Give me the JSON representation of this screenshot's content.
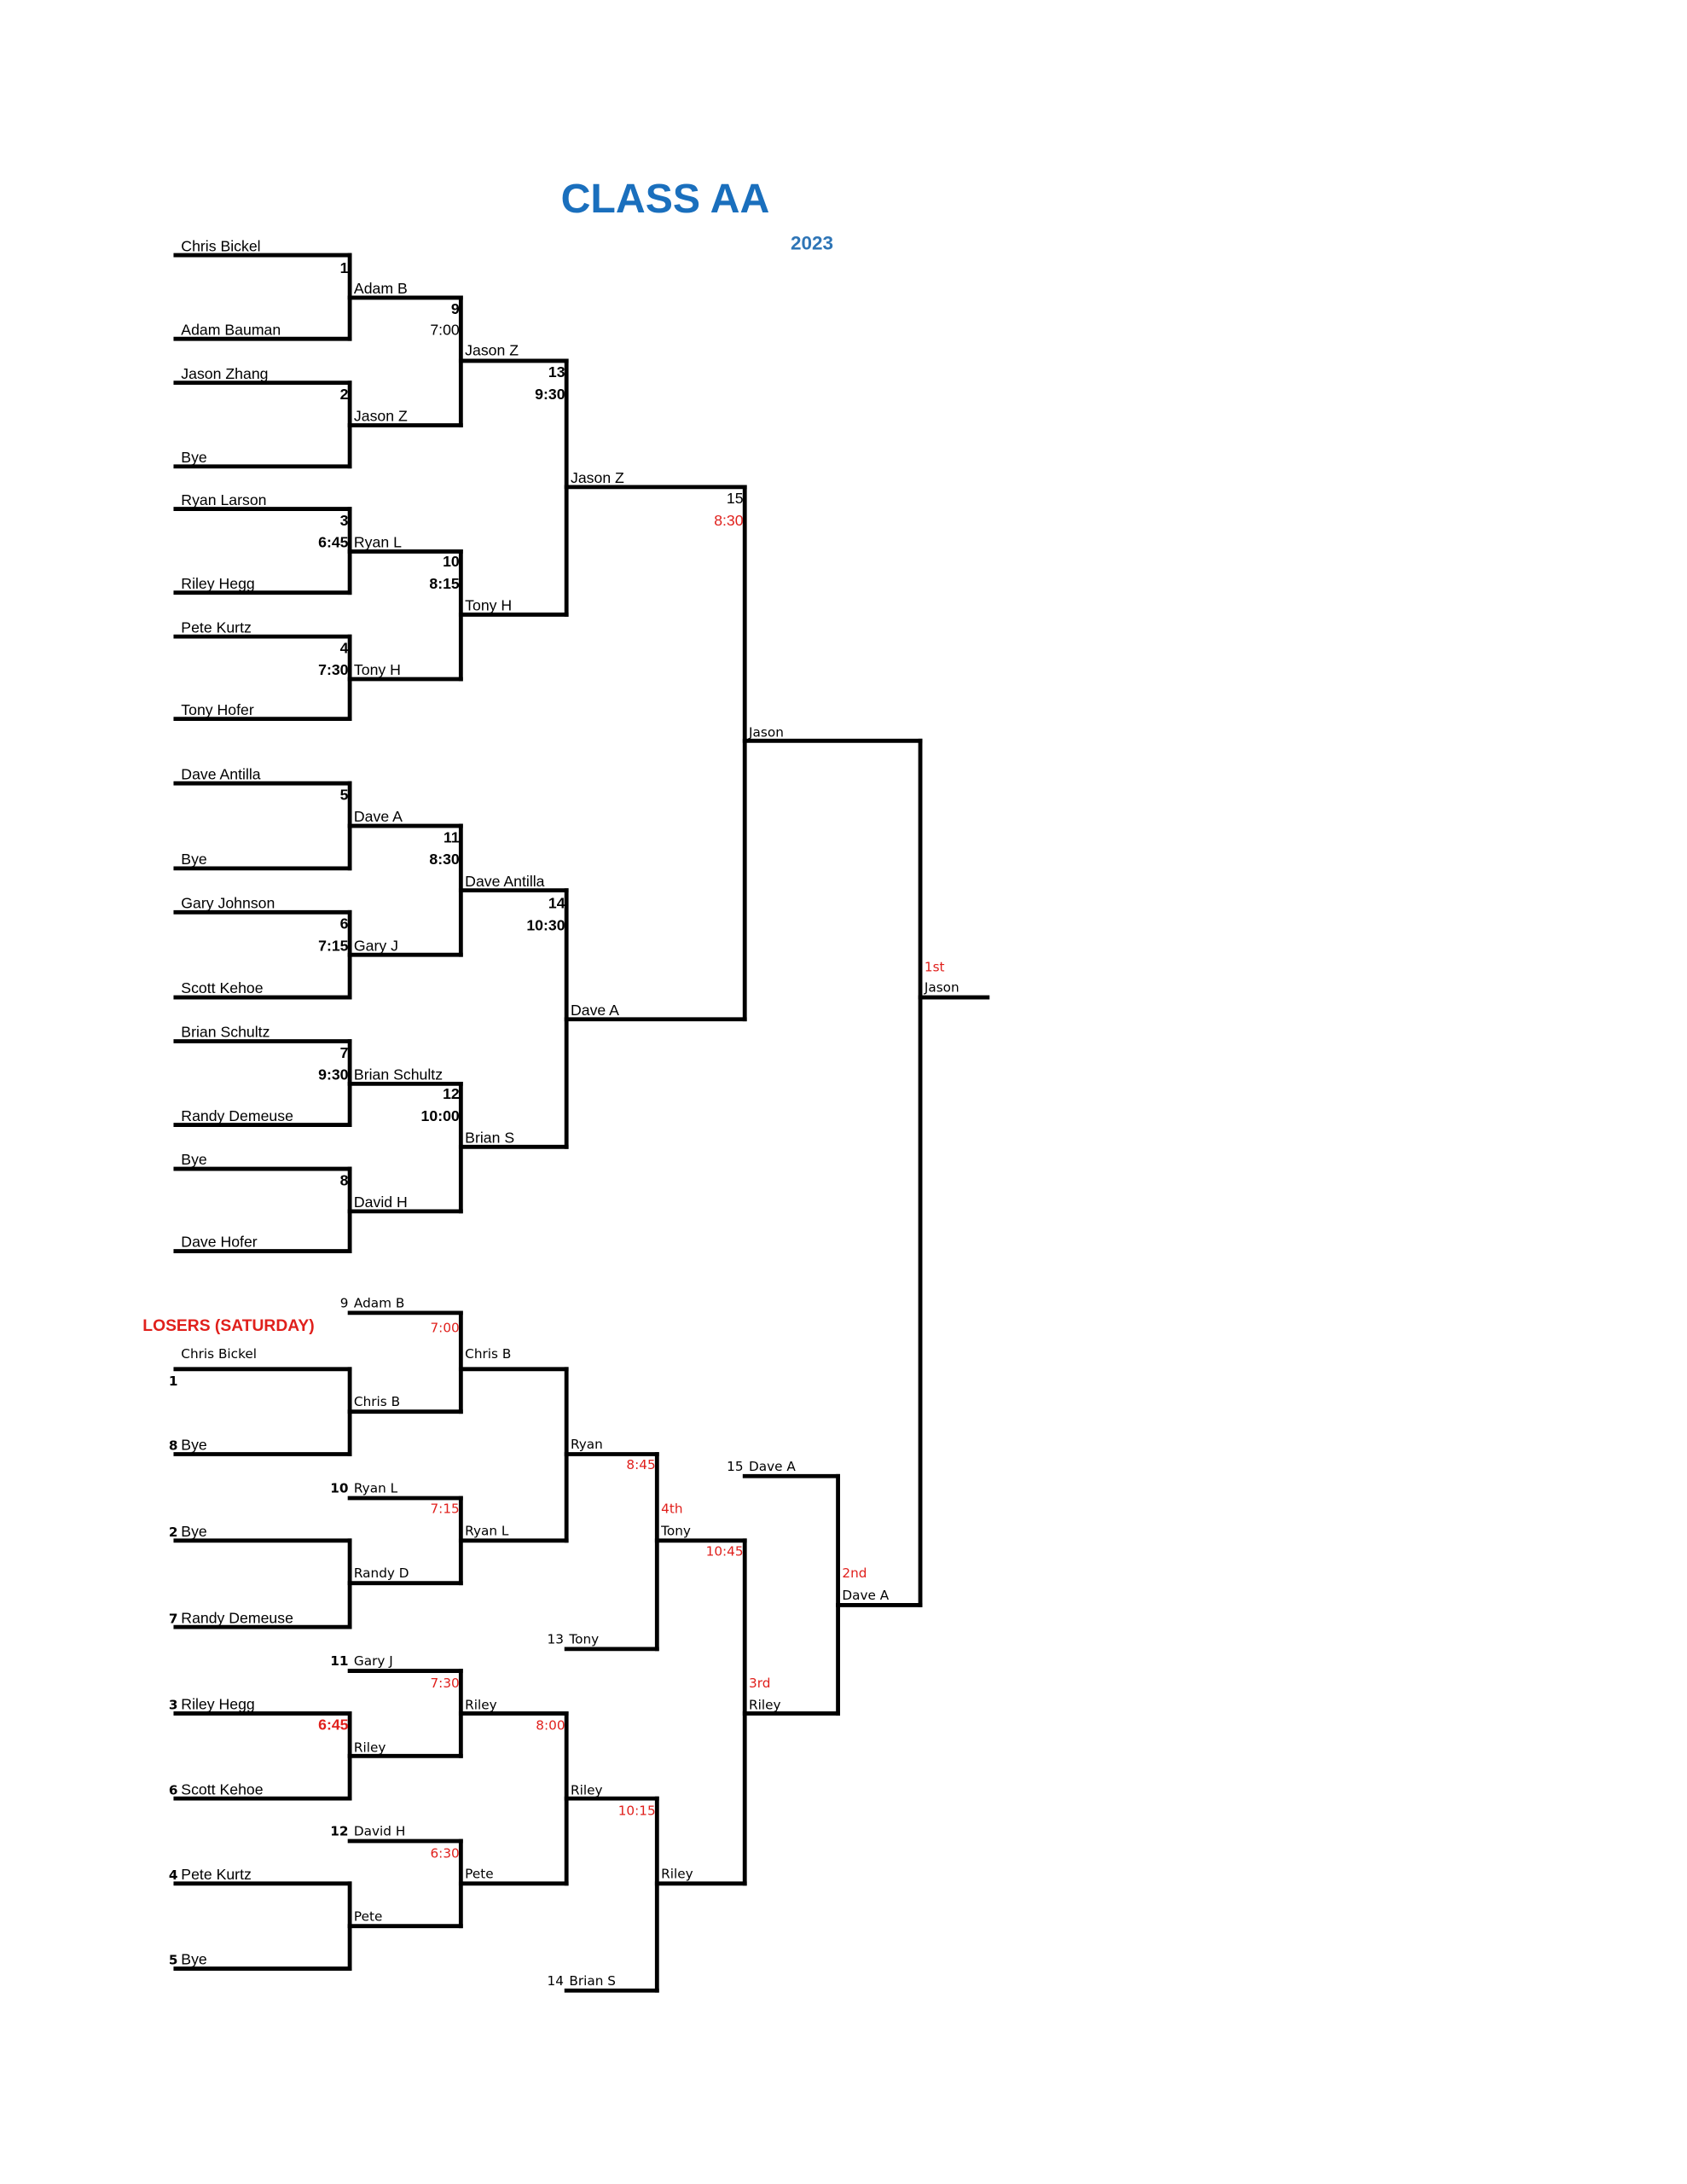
{
  "title": "CLASS AA",
  "year": "2023",
  "winners": {
    "r1": [
      "Chris Bickel",
      "Adam Bauman",
      "Jason Zhang",
      "Bye",
      "Ryan Larson",
      "Riley Hegg",
      "Pete Kurtz",
      "Tony Hofer",
      "Dave Antilla",
      "Bye",
      "Gary Johnson",
      "Scott Kehoe",
      "Brian Schultz",
      "Randy Demeuse",
      "Bye",
      "Dave Hofer"
    ],
    "r2": [
      "Adam B",
      "Jason Z",
      "Ryan L",
      "Tony H",
      "Dave A",
      "Gary J",
      "Brian Schultz",
      "David H"
    ],
    "r3": [
      "Jason Z",
      "Tony H",
      "Dave Antilla",
      "Brian S"
    ],
    "r4": [
      "Jason Z",
      "Dave A"
    ],
    "r5": "Jason",
    "champion": {
      "place": "1st",
      "name": "Jason"
    },
    "games": [
      {
        "num": "1",
        "time": ""
      },
      {
        "num": "2",
        "time": ""
      },
      {
        "num": "3",
        "time": "6:45"
      },
      {
        "num": "4",
        "time": "7:30"
      },
      {
        "num": "5",
        "time": ""
      },
      {
        "num": "6",
        "time": "7:15"
      },
      {
        "num": "7",
        "time": "9:30"
      },
      {
        "num": "8",
        "time": ""
      },
      {
        "num": "9",
        "time": "7:00"
      },
      {
        "num": "10",
        "time": "8:15"
      },
      {
        "num": "11",
        "time": "8:30"
      },
      {
        "num": "12",
        "time": "10:00"
      },
      {
        "num": "13",
        "time": "9:30"
      },
      {
        "num": "14",
        "time": "10:30"
      },
      {
        "num": "15",
        "time": "8:30"
      }
    ]
  },
  "losers": {
    "heading": "LOSERS (SATURDAY)",
    "r1": [
      {
        "seed": "1",
        "name": "Chris Bickel"
      },
      {
        "seed": "8",
        "name": "Bye"
      },
      {
        "seed": "2",
        "name": "Bye"
      },
      {
        "seed": "7",
        "name": "Randy Demeuse"
      },
      {
        "seed": "3",
        "name": "Riley Hegg"
      },
      {
        "seed": "6",
        "name": "Scott Kehoe"
      },
      {
        "seed": "4",
        "name": "Pete Kurtz"
      },
      {
        "seed": "5",
        "name": "Bye"
      }
    ],
    "drop_ins": [
      {
        "seed": "9",
        "name": "Adam B"
      },
      {
        "seed": "10",
        "name": "Ryan L"
      },
      {
        "seed": "11",
        "name": "Gary J"
      },
      {
        "seed": "12",
        "name": "David H"
      },
      {
        "seed": "13",
        "name": "Tony"
      },
      {
        "seed": "14",
        "name": "Brian S"
      },
      {
        "seed": "15",
        "name": "Dave A"
      }
    ],
    "r1_winners": [
      "Chris B",
      "Randy D",
      "Riley",
      "Pete"
    ],
    "r1_time": "6:45",
    "r2_winners": [
      "Chris B",
      "Ryan L",
      "Riley",
      "Pete"
    ],
    "r2_times": [
      "7:00",
      "7:15",
      "7:30",
      "6:30"
    ],
    "r3_winners": [
      "Ryan",
      "Riley"
    ],
    "r3_times": [
      "8:00"
    ],
    "r4_winners": [
      "Tony",
      "Riley"
    ],
    "r4_times": [
      "8:45",
      "10:15"
    ],
    "fourth": {
      "place": "4th",
      "name": "Tony"
    },
    "fourth_time": "10:45",
    "third": {
      "place": "3rd",
      "name": "Riley"
    },
    "second": {
      "place": "2nd",
      "name": "Dave A"
    }
  }
}
